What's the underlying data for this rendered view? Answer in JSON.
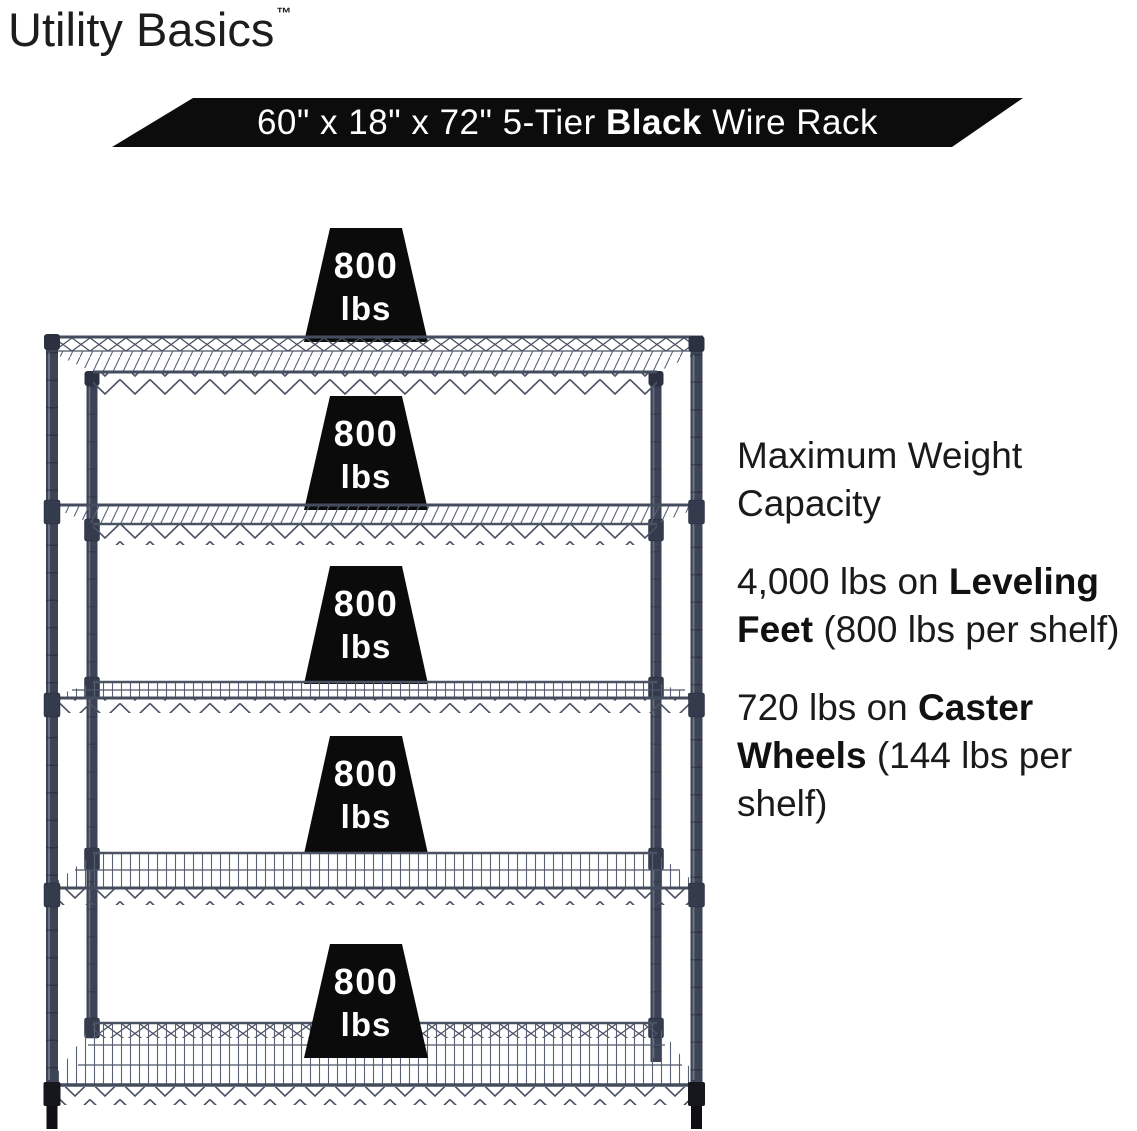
{
  "brand": {
    "name": "Utility Basics",
    "trademark": "TM"
  },
  "banner": {
    "size_part": "60\" x 18\" x 72\" 5-Tier ",
    "bold_part": "Black",
    "end_part": " Wire Rack"
  },
  "shelf_weights": [
    {
      "value": "800",
      "unit": "lbs"
    },
    {
      "value": "800",
      "unit": "lbs"
    },
    {
      "value": "800",
      "unit": "lbs"
    },
    {
      "value": "800",
      "unit": "lbs"
    },
    {
      "value": "800",
      "unit": "lbs"
    }
  ],
  "info": {
    "capacity_heading": "Maximum Weight Capacity",
    "leveling": {
      "prefix": "4,000 lbs on ",
      "bold": "Leveling Feet",
      "suffix": " (800 lbs per shelf)"
    },
    "caster": {
      "prefix": "720 lbs on ",
      "bold": "Caster Wheels",
      "suffix": " (144 lbs per shelf)"
    }
  },
  "rack": {
    "tiers": 5,
    "style": "black wire rack"
  },
  "colors": {
    "banner_bg": "#0c0c0c",
    "banner_text": "#ffffff",
    "weight_marker_fill": "#0b0b0b",
    "weight_marker_text": "#ffffff",
    "rack_post": "#3d4454",
    "rack_wire": "#4a5263",
    "body_text": "#1a1a1a"
  }
}
